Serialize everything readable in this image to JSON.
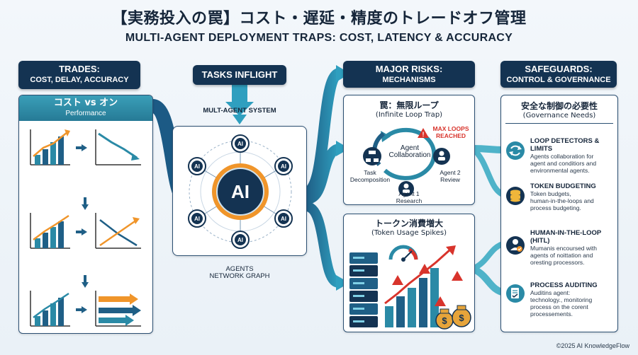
{
  "title_jp": "【実務投入の罠】コスト・遅延・精度のトレードオフ管理",
  "title_en": "MULTI-AGENT DEPLOYMENT TRAPS: COST, LATENCY & ACCURACY",
  "trades": {
    "header_l1": "TRADES:",
    "header_l2": "COST, DELAY, ACCURACY",
    "panel_title": "コスト vs オン",
    "panel_subtitle": "Performance"
  },
  "tasks": {
    "header": "TASKS INFLIGHT",
    "system_label": "MULT-AGENT SYSTEM",
    "center": "AI",
    "node_label": "AI",
    "network_l1": "AGENTS",
    "network_l2": "NETWORK GRAPH"
  },
  "risks": {
    "header_l1": "MAJOR RISKS:",
    "header_l2": "MECHANISMS",
    "loop_title": "罠：無限ループ",
    "loop_subtitle": "(Infinite Loop Trap)",
    "max_l1": "MAX LOOPS",
    "max_l2": "REACHED",
    "collab_l1": "Agent",
    "collab_l2": "Collaboration",
    "task_l1": "Task",
    "task_l2": "Decomposition",
    "agent1_l1": "Agent 1",
    "agent1_l2": "Research",
    "agent2_l1": "Agent 2",
    "agent2_l2": "Review",
    "token_title": "トークン消費増大",
    "token_subtitle": "(Token Usage Spikes)"
  },
  "safeguards": {
    "header_l1": "SAFEGUARDS:",
    "header_l2": "CONTROL & GOVERNANCE",
    "panel_title": "安全な制御の必要性",
    "panel_subtitle": "(Governance Needs)",
    "items": [
      {
        "title_l1": "LOOP DETECTORS &",
        "title_l2": "LIMITS",
        "desc_l1": "Agents collaboration for",
        "desc_l2": "agent and conditiors and",
        "desc_l3": "environmental agents.",
        "icon": "refresh-icon"
      },
      {
        "title_l1": "TOKEN BUDGETING",
        "title_l2": "",
        "desc_l1": "Token budgets,",
        "desc_l2": "human-in-the-loops and",
        "desc_l3": "process budgeting.",
        "icon": "coin-stack-icon"
      },
      {
        "title_l1": "HUMAN-IN-THE-LOOP",
        "title_l2": "(HITL)",
        "desc_l1": "Mumanis encoursed with",
        "desc_l2": "agents of noittation and",
        "desc_l3": "oresting processors.",
        "icon": "human-check-icon"
      },
      {
        "title_l1": "PROCESS AUDITING",
        "title_l2": "",
        "desc_l1": "Auditins agent:",
        "desc_l2": "technology., monitoring",
        "desc_l3": "process on the corent",
        "desc_l4": "processements.",
        "icon": "audit-doc-icon"
      }
    ]
  },
  "footer": "©2025 AI KnowledgeFlow",
  "colors": {
    "navy": "#143352",
    "teal": "#2a8aa6",
    "orange": "#f0952a",
    "red": "#d8342c"
  }
}
